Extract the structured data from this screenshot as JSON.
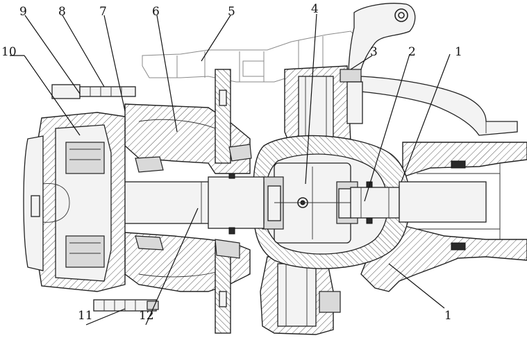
{
  "callouts": {
    "c1_upper": "1",
    "c1_lower": "1",
    "c2": "2",
    "c3": "3",
    "c4": "4",
    "c5": "5",
    "c6": "6",
    "c7": "7",
    "c8": "8",
    "c9": "9",
    "c10": "10",
    "c11": "11",
    "c12": "12"
  }
}
